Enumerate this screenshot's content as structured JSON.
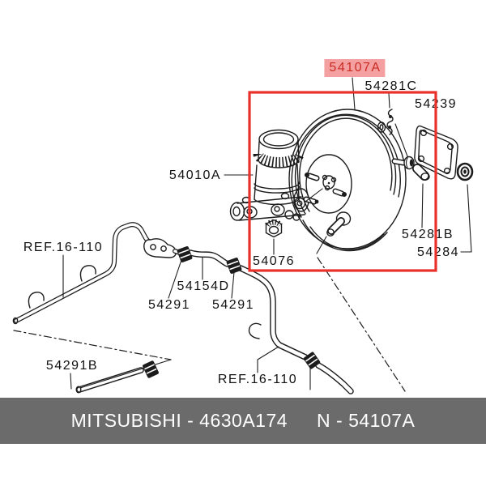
{
  "diagram": {
    "selected_part": "54107A",
    "labels": {
      "p54107A": "54107A",
      "p54281C": "54281C",
      "p54239": "54239",
      "p54010A": "54010A",
      "p54281B": "54281B",
      "p54284": "54284",
      "p54076": "54076",
      "p54154D": "54154D",
      "p54291_left": "54291",
      "p54291_right": "54291",
      "p54291B": "54291B",
      "ref_left": "REF.16-110",
      "ref_bottom": "REF.16-110"
    }
  },
  "banner": {
    "left": "MITSUBISHI - 4630A174",
    "right": "N - 54107A"
  },
  "colors": {
    "line": "#1c1c1c",
    "callout-red": "#e8312a",
    "highlight-bg": "#f4a0a0",
    "highlight-text": "#c92c25",
    "banner-bg": "#6b6b6b",
    "banner-text": "#ffffff"
  }
}
